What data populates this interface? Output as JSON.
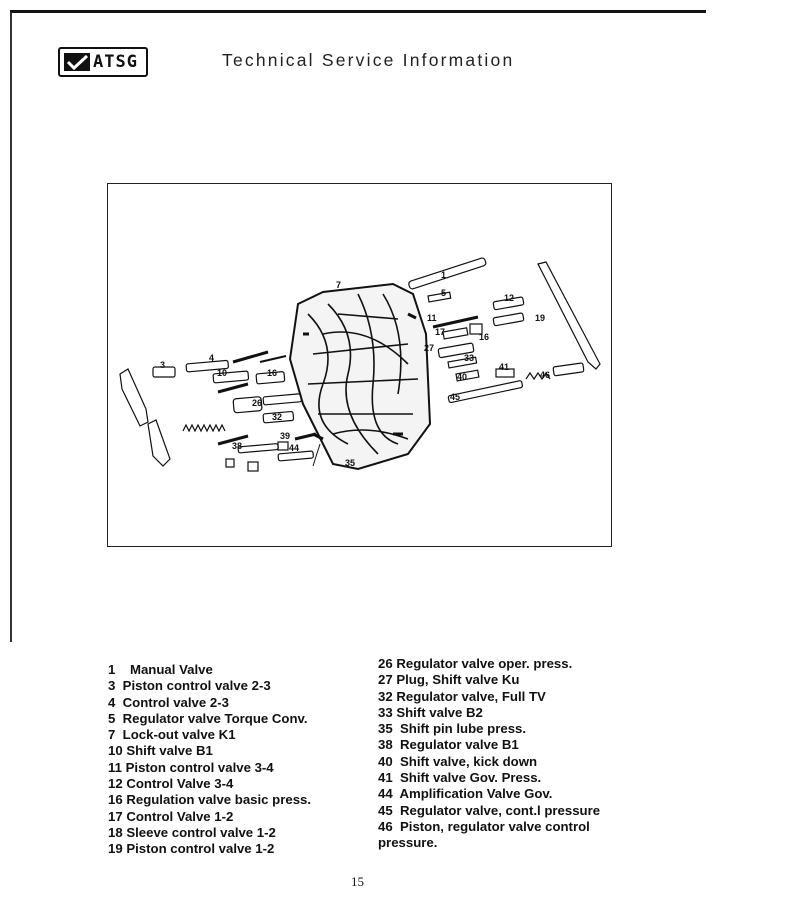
{
  "header": {
    "logo_text": "ATSG",
    "title": "Technical Service Information"
  },
  "figure": {
    "callouts": [
      "1",
      "5",
      "12",
      "11",
      "19",
      "17",
      "16",
      "27",
      "33",
      "41",
      "40",
      "46",
      "45",
      "7",
      "3",
      "4",
      "10",
      "16",
      "26",
      "32",
      "39",
      "38",
      "44",
      "35"
    ]
  },
  "legend": {
    "left": [
      "1    Manual Valve",
      "3  Piston control valve 2-3",
      "4  Control valve 2-3",
      "5  Regulator valve Torque Conv.",
      "7  Lock-out valve K1",
      "10 Shift valve B1",
      "11 Piston control valve 3-4",
      "12 Control Valve 3-4",
      "16 Regulation valve basic press.",
      "17 Control Valve 1-2",
      "18 Sleeve control valve 1-2",
      "19 Piston control valve 1-2"
    ],
    "right": [
      "26 Regulator valve oper. press.",
      "27 Plug, Shift valve Ku",
      "32 Regulator valve, Full TV",
      "33 Shift valve B2",
      "35  Shift pin lube press.",
      "38  Regulator valve B1",
      "40  Shift valve, kick down",
      "41  Shift valve Gov. Press.",
      "44  Amplification Valve Gov.",
      "45  Regulator valve, cont.l pressure",
      "46  Piston, regulator valve control",
      "pressure."
    ]
  },
  "footer": {
    "page_number": "15"
  }
}
